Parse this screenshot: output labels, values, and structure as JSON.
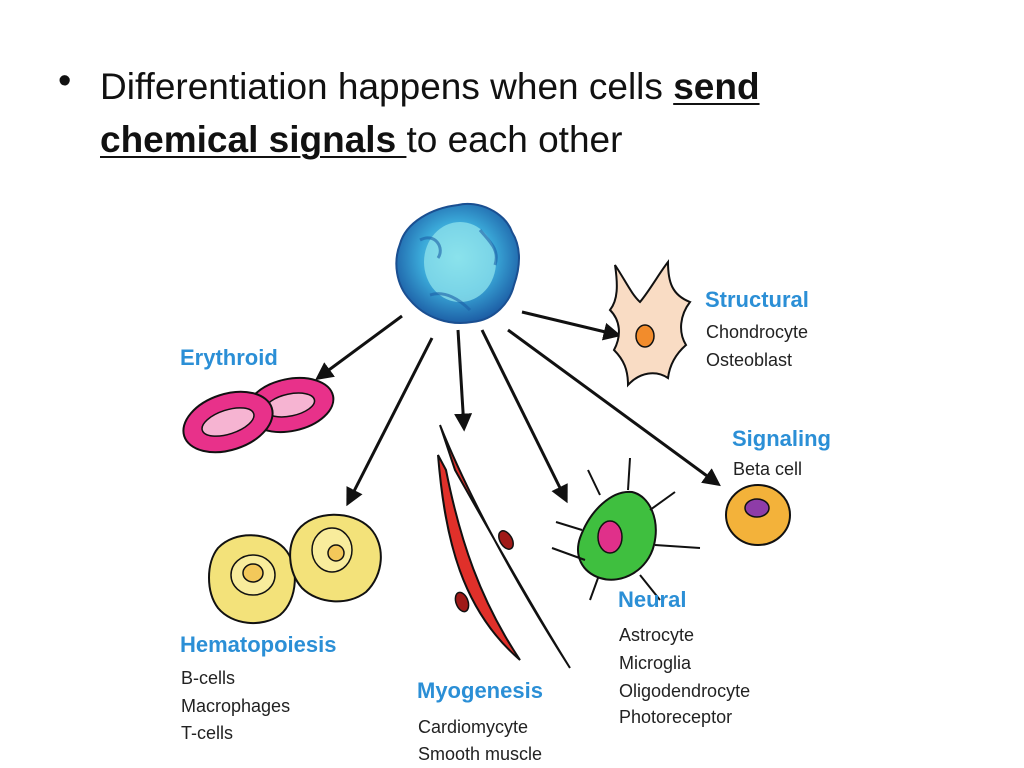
{
  "slide": {
    "bullet_char": "•",
    "text_before": "Differentiation happens when cells ",
    "text_bold": "send chemical signals ",
    "text_after": "to each other"
  },
  "diagram": {
    "groups": [
      {
        "id": "structural",
        "title": "Structural",
        "items": [
          "Chondrocyte",
          "Osteoblast"
        ]
      },
      {
        "id": "erythroid",
        "title": "Erythroid",
        "items": []
      },
      {
        "id": "signaling",
        "title": "Signaling",
        "items": [
          "Beta cell"
        ]
      },
      {
        "id": "hematopoiesis",
        "title": "Hematopoiesis",
        "items": [
          "B-cells",
          "Macrophages",
          "T-cells"
        ]
      },
      {
        "id": "myogenesis",
        "title": "Myogenesis",
        "items": [
          "Cardiomycyte",
          "Smooth muscle"
        ]
      },
      {
        "id": "neural",
        "title": "Neural",
        "items": [
          "Astrocyte",
          "Microglia",
          "Oligodendrocyte",
          "Photoreceptor"
        ]
      }
    ],
    "colors": {
      "label": "#2b8fd6",
      "stem_cell": "#2f86c8",
      "erythroid": "#e8318a",
      "hematopoietic": "#f3e27a",
      "muscle": "#e0302a",
      "structural": "#f9dcc4",
      "neural": "#3fbf3f",
      "signaling": "#f3b23a"
    }
  }
}
